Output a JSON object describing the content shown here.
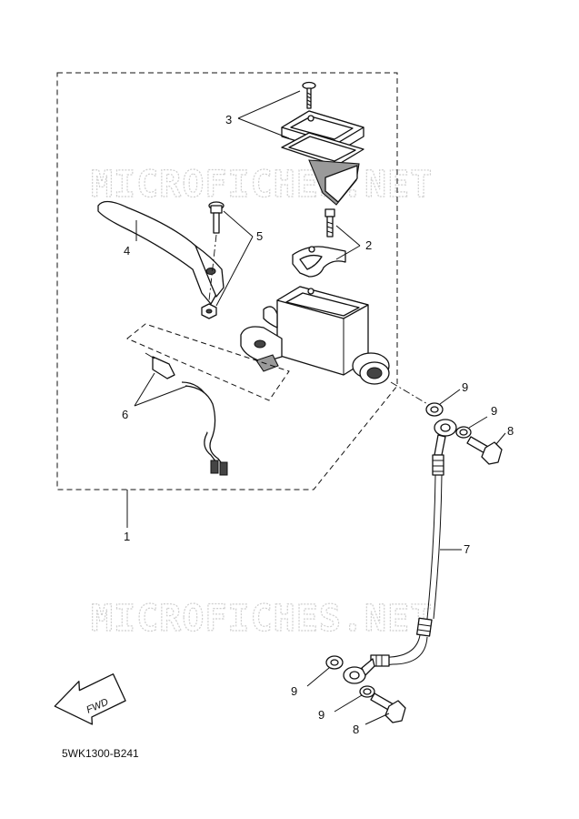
{
  "watermark": {
    "text": "MICROFICHES.NET"
  },
  "callouts": {
    "c1": "1",
    "c2": "2",
    "c3": "3",
    "c4": "4",
    "c5": "5",
    "c6": "6",
    "c7": "7",
    "c8a": "8",
    "c8b": "8",
    "c9a": "9",
    "c9b": "9",
    "c9c": "9",
    "c9d": "9"
  },
  "direction_arrow": {
    "label": "FWD"
  },
  "diagram_code": "5WK1300-B241"
}
